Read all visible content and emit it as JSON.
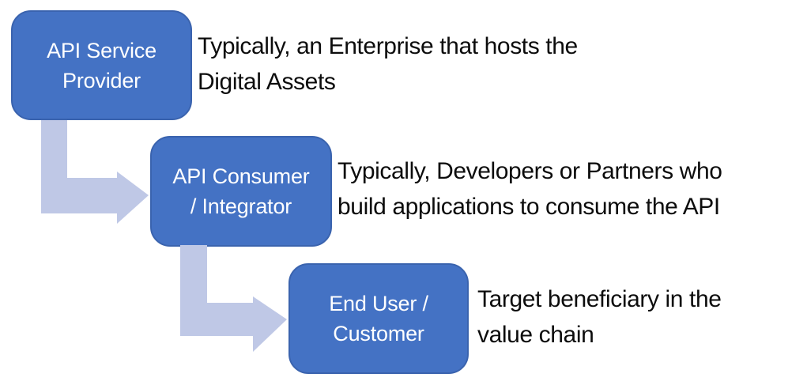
{
  "colors": {
    "background": "#FFFFFF",
    "box_fill": "#4472C4",
    "box_border": "#3A63AE",
    "box_text": "#FFFFFF",
    "arrow_fill": "#BFC8E6",
    "description_text": "#0C0C0C"
  },
  "diagram": {
    "steps": [
      {
        "label": "API Service\nProvider",
        "description": "Typically, an Enterprise that hosts the\nDigital Assets"
      },
      {
        "label": "API Consumer\n/ Integrator",
        "description": "Typically, Developers or Partners who\nbuild applications to consume the API"
      },
      {
        "label": "End User /\nCustomer",
        "description": "Target beneficiary in the\nvalue chain"
      }
    ],
    "connectors": [
      {
        "name": "elbow-arrow-1",
        "from": "API Service Provider",
        "to": "API Consumer / Integrator"
      },
      {
        "name": "elbow-arrow-2",
        "from": "API Consumer / Integrator",
        "to": "End User / Customer"
      }
    ]
  }
}
